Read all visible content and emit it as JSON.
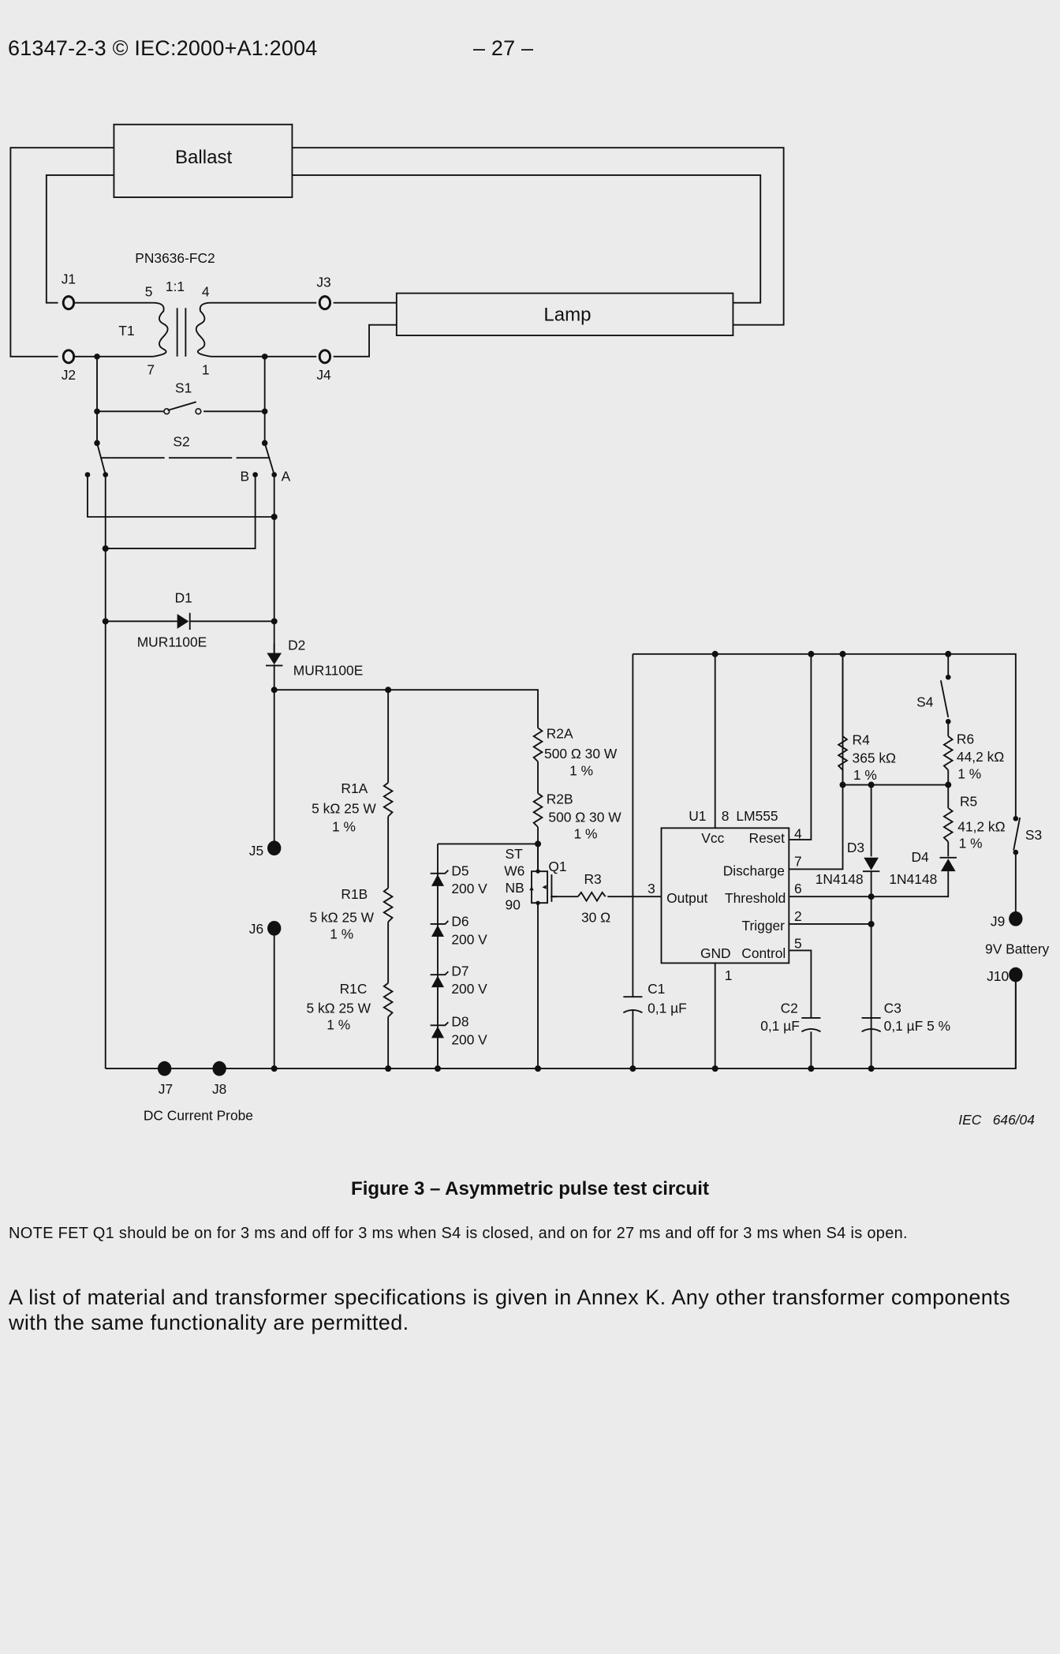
{
  "header": {
    "doc_id": "61347-2-3 © IEC:2000+A1:2004",
    "page": "– 27 –"
  },
  "figure": {
    "ballast": "Ballast",
    "lamp": "Lamp",
    "transformer": {
      "part": "PN3636-FC2",
      "name": "T1",
      "ratio": "1:1",
      "pins": [
        "5",
        "4",
        "7",
        "1"
      ]
    },
    "jacks": {
      "J1": "J1",
      "J2": "J2",
      "J3": "J3",
      "J4": "J4",
      "J5": "J5",
      "J6": "J6",
      "J7": "J7",
      "J8": "J8",
      "J9": "J9",
      "J10": "J10"
    },
    "switches": {
      "S1": "S1",
      "S2": "S2",
      "S3": "S3",
      "S4": "S4",
      "S2_A": "A",
      "S2_B": "B"
    },
    "diodes": {
      "D1": {
        "name": "D1",
        "part": "MUR1100E"
      },
      "D2": {
        "name": "D2",
        "part": "MUR1100E"
      },
      "D3": {
        "name": "D3",
        "part": "1N4148"
      },
      "D4": {
        "name": "D4",
        "part": "1N4148"
      },
      "D5": {
        "name": "D5",
        "rating": "200 V"
      },
      "D6": {
        "name": "D6",
        "rating": "200 V"
      },
      "D7": {
        "name": "D7",
        "rating": "200 V"
      },
      "D8": {
        "name": "D8",
        "rating": "200 V"
      }
    },
    "resistors": {
      "R1A": {
        "name": "R1A",
        "value": "5 kΩ 25 W",
        "tol": "1 %"
      },
      "R1B": {
        "name": "R1B",
        "value": "5 kΩ 25 W",
        "tol": "1 %"
      },
      "R1C": {
        "name": "R1C",
        "value": "5 kΩ 25 W",
        "tol": "1 %"
      },
      "R2A": {
        "name": "R2A",
        "value": "500 Ω 30 W",
        "tol": "1 %"
      },
      "R2B": {
        "name": "R2B",
        "value": "500 Ω 30 W",
        "tol": "1 %"
      },
      "R3": {
        "name": "R3",
        "value": "30 Ω"
      },
      "R4": {
        "name": "R4",
        "value": "365 kΩ",
        "tol": "1 %"
      },
      "R5": {
        "name": "R5",
        "value": "41,2 kΩ",
        "tol": "1 %"
      },
      "R6": {
        "name": "R6",
        "value": "44,2 kΩ",
        "tol": "1 %"
      }
    },
    "capacitors": {
      "C1": {
        "name": "C1",
        "value": "0,1 µF"
      },
      "C2": {
        "name": "C2",
        "value": "0,1 µF"
      },
      "C3": {
        "name": "C3",
        "value": "0,1 µF 5 %"
      }
    },
    "fet": {
      "name": "Q1",
      "part_lines": [
        "ST",
        "W6",
        "NB",
        "90"
      ]
    },
    "ic": {
      "ref": "U1",
      "part": "LM555",
      "pins": {
        "vcc": "Vcc",
        "reset": "Reset",
        "discharge": "Discharge",
        "threshold": "Threshold",
        "trigger": "Trigger",
        "gnd": "GND",
        "control": "Control",
        "output": "Output"
      },
      "pin_numbers": {
        "vcc": "8",
        "reset": "4",
        "discharge": "7",
        "threshold": "6",
        "trigger": "2",
        "control": "5",
        "gnd": "1",
        "output": "3"
      }
    },
    "battery": "9V Battery",
    "probe": "DC Current Probe",
    "iec_ref": "IEC   646/04"
  },
  "caption": "Figure 3 – Asymmetric pulse test circuit",
  "note": "NOTE   FET Q1 should be on for 3 ms and off for 3 ms when S4 is closed, and on for 27 ms and off for 3 ms when S4 is open.",
  "paragraph": "A list of material and transformer specifications is given in Annex K. Any other transformer components with the same functionality are permitted."
}
